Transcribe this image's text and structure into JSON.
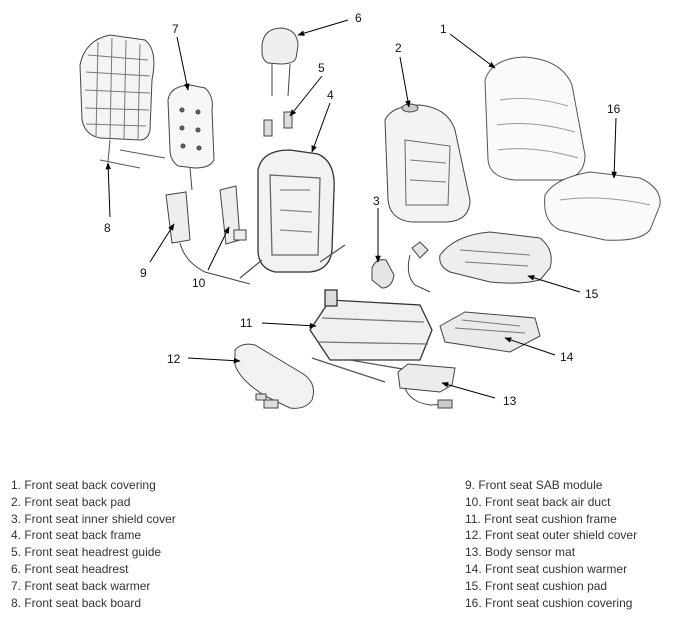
{
  "callouts": [
    "1",
    "2",
    "3",
    "4",
    "5",
    "6",
    "7",
    "8",
    "9",
    "10",
    "11",
    "12",
    "13",
    "14",
    "15",
    "16"
  ],
  "legend": {
    "left": [
      "1. Front seat back covering",
      "2. Front seat back pad",
      "3. Front seat inner shield cover",
      "4. Front seat back frame",
      "5. Front seat headrest guide",
      "6. Front seat headrest",
      "7. Front seat back warmer",
      "8. Front seat back board"
    ],
    "right": [
      "9. Front seat SAB module",
      "10. Front seat back air duct",
      "11. Front seat cushion frame",
      "12. Front seat outer shield cover",
      "13. Body sensor mat",
      "14. Front seat cushion warmer",
      "15. Front seat cushion pad",
      "16. Front seat cushion covering"
    ]
  }
}
